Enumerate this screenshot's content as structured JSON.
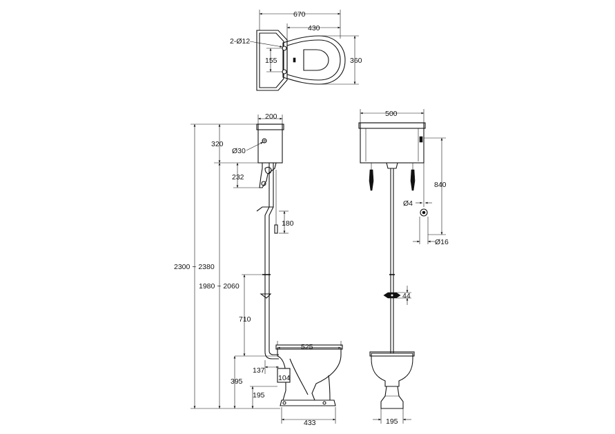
{
  "top_view": {
    "overall_width": "670",
    "pan_width": "430",
    "fixing_holes": "2-Ø12",
    "hole_spacing": "155",
    "depth": "360"
  },
  "side_view": {
    "cistern_depth": "200",
    "cistern_height": "320",
    "inlet_diameter": "Ø30",
    "bracket_height": "232",
    "handle_drop": "180",
    "total_height_range": "2300 ~ 2380",
    "cistern_height_range": "1980 ~ 2060",
    "pipe_height": "710",
    "pan_length": "525",
    "outlet_offset": "137",
    "outlet_diameter": "104",
    "pan_height": "395",
    "outlet_height": "195",
    "base_depth": "433"
  },
  "front_view": {
    "cistern_width": "500",
    "chain_length": "840",
    "chain_diameter": "Ø4",
    "handle_diameter": "Ø16",
    "clamp_height": "44",
    "base_width": "195"
  }
}
